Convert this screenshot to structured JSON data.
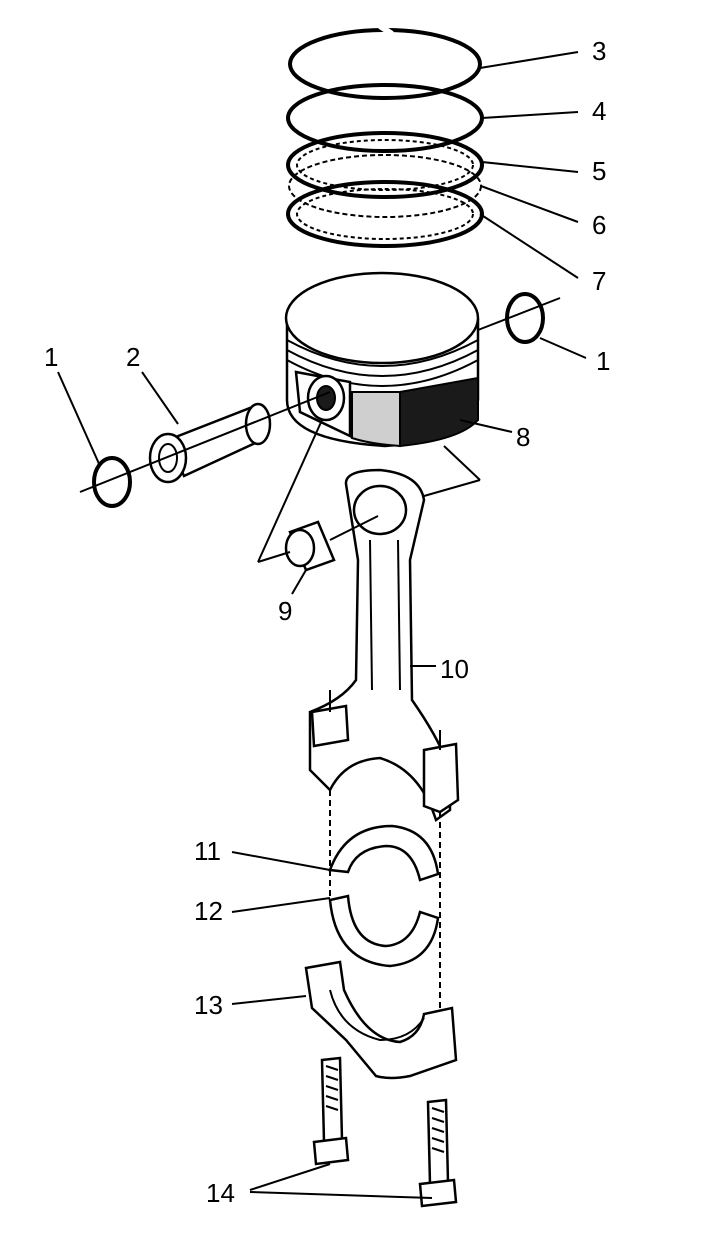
{
  "callouts": [
    {
      "id": "ring-clip-left",
      "text": "1"
    },
    {
      "id": "piston-pin",
      "text": "2"
    },
    {
      "id": "top-ring",
      "text": "3"
    },
    {
      "id": "second-ring",
      "text": "4"
    },
    {
      "id": "oil-ring-rail-upper",
      "text": "5"
    },
    {
      "id": "oil-ring-expander",
      "text": "6"
    },
    {
      "id": "oil-ring-rail-lower",
      "text": "7"
    },
    {
      "id": "piston",
      "text": "8"
    },
    {
      "id": "pin-bushing",
      "text": "9"
    },
    {
      "id": "connecting-rod",
      "text": "10"
    },
    {
      "id": "bearing-upper",
      "text": "11"
    },
    {
      "id": "bearing-lower",
      "text": "12"
    },
    {
      "id": "rod-cap",
      "text": "13"
    },
    {
      "id": "rod-bolts",
      "text": "14"
    },
    {
      "id": "ring-clip-right",
      "text": "1"
    }
  ]
}
